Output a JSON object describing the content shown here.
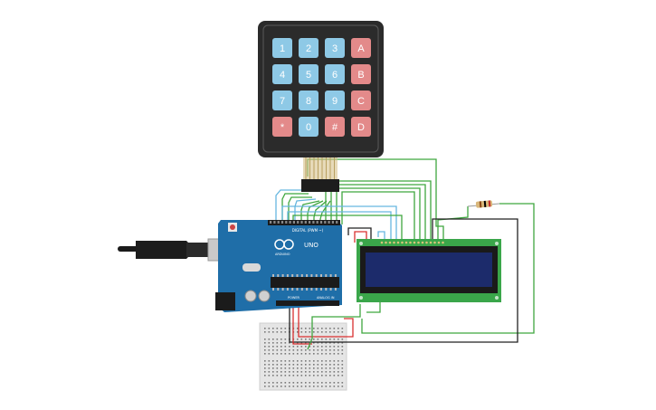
{
  "colors": {
    "keypad_frame": "#2b2b2b",
    "key_blue": "#8ec9e6",
    "key_red": "#e38a8a",
    "arduino_blue": "#1f6ea8",
    "lcd_green": "#3aa64a",
    "lcd_screen": "#1c2b6b",
    "wire_green": "#3fa63f",
    "wire_blue": "#67b7e0",
    "wire_red": "#d93030",
    "wire_black": "#222222",
    "breadboard": "#e5e5e5"
  },
  "keypad": {
    "rows": [
      [
        "1",
        "2",
        "3",
        "A"
      ],
      [
        "4",
        "5",
        "6",
        "B"
      ],
      [
        "7",
        "8",
        "9",
        "C"
      ],
      [
        "*",
        "0",
        "#",
        "D"
      ]
    ]
  },
  "arduino": {
    "model": "UNO",
    "brand": "ARDUINO",
    "digital_label": "DIGITAL (PWM ~)",
    "power_label": "POWER",
    "analog_label": "ANALOG IN"
  }
}
